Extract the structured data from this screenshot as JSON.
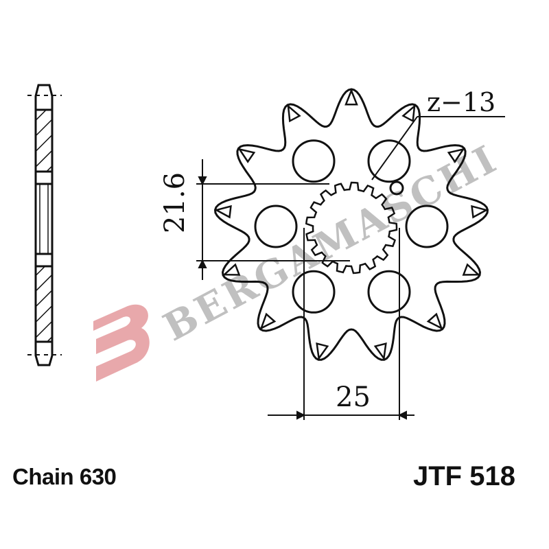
{
  "diagram": {
    "subject": "front sprocket technical drawing",
    "teeth_label": "z−13",
    "teeth_count": 13,
    "dimensions": {
      "vertical": "21.6",
      "horizontal": "25"
    },
    "lightening_holes": 6
  },
  "footer": {
    "chain": "Chain 630",
    "part_number": "JTF 518"
  },
  "watermark": {
    "text": "BERGAMASCHI",
    "logo_letter": "B",
    "logo_color": "#e8a8ab",
    "text_color": "#b5b5b5"
  },
  "colors": {
    "line": "#111111",
    "background": "#ffffff"
  }
}
